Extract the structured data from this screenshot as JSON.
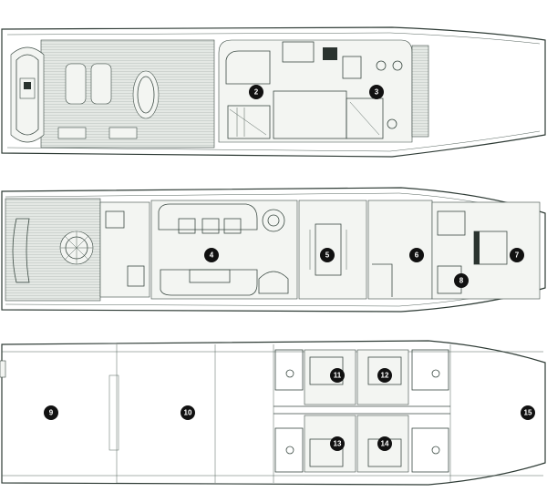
{
  "plan": {
    "markers": [
      {
        "id": "m2",
        "label": "2"
      },
      {
        "id": "m3",
        "label": "3"
      },
      {
        "id": "m4",
        "label": "4"
      },
      {
        "id": "m5",
        "label": "5"
      },
      {
        "id": "m6",
        "label": "6"
      },
      {
        "id": "m7",
        "label": "7"
      },
      {
        "id": "m8",
        "label": "8"
      },
      {
        "id": "m9",
        "label": "9"
      },
      {
        "id": "m10",
        "label": "10"
      },
      {
        "id": "m11",
        "label": "11"
      },
      {
        "id": "m12",
        "label": "12"
      },
      {
        "id": "m13",
        "label": "13"
      },
      {
        "id": "m14",
        "label": "14"
      },
      {
        "id": "m15",
        "label": "15"
      }
    ]
  }
}
